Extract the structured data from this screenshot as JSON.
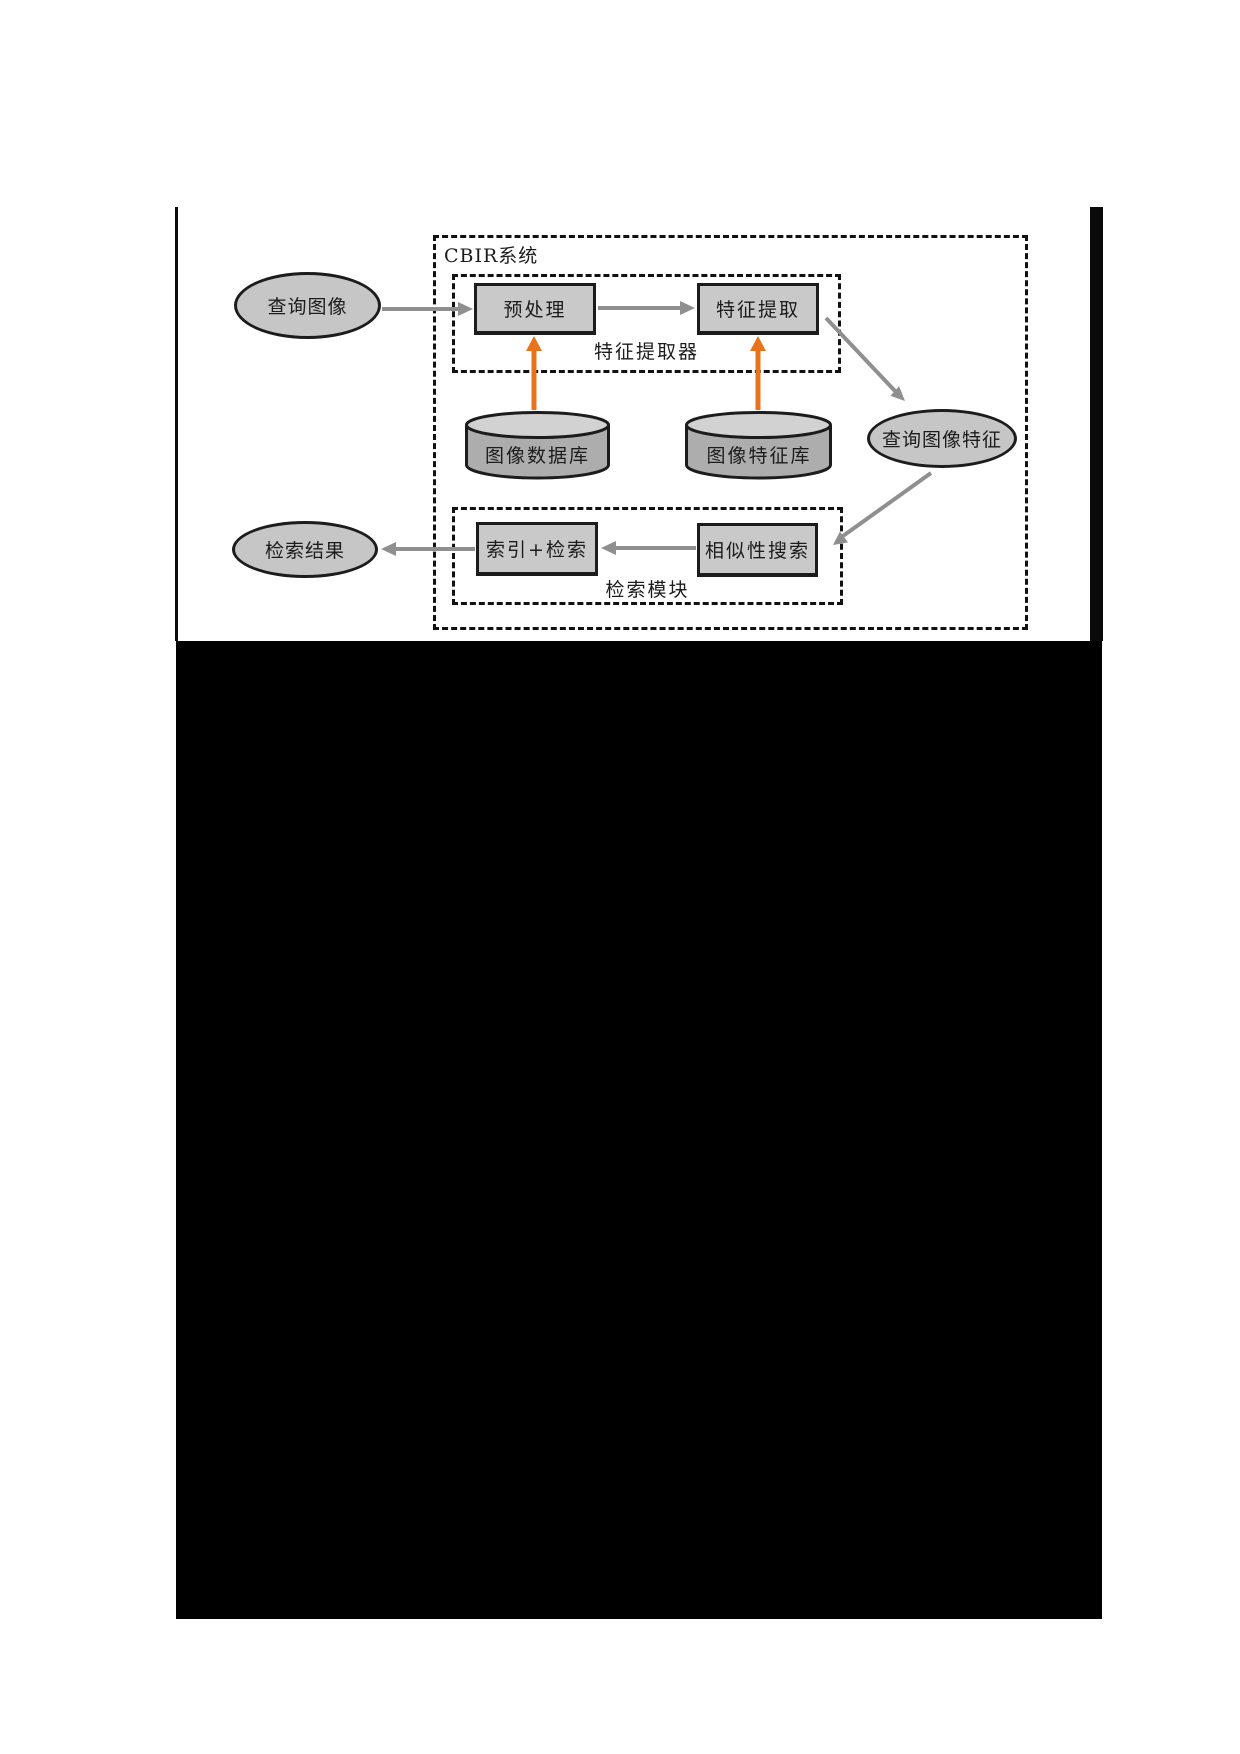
{
  "figure": {
    "system_box_label": "CBIR系统",
    "groups": {
      "extractor_label": "特征提取器",
      "retrieval_label": "检索模块"
    },
    "nodes": {
      "query_image": "查询图像",
      "preprocessing": "预处理",
      "feature_extraction": "特征提取",
      "image_database": "图像数据库",
      "image_feature_database": "图像特征库",
      "query_image_feature": "查询图像特征",
      "similarity_search": "相似性搜索",
      "index_retrieval": "索引+检索",
      "retrieval_result": "检索结果"
    },
    "colors": {
      "node_fill": "#c9c9c9",
      "ellipse_fill": "#c6c6c6",
      "cylinder_body": "#adadad",
      "cylinder_top": "#d2d2d2",
      "stroke": "#1c1c1c",
      "arrow_gray": "#8f8f8f",
      "arrow_orange": "#e8731d"
    }
  }
}
